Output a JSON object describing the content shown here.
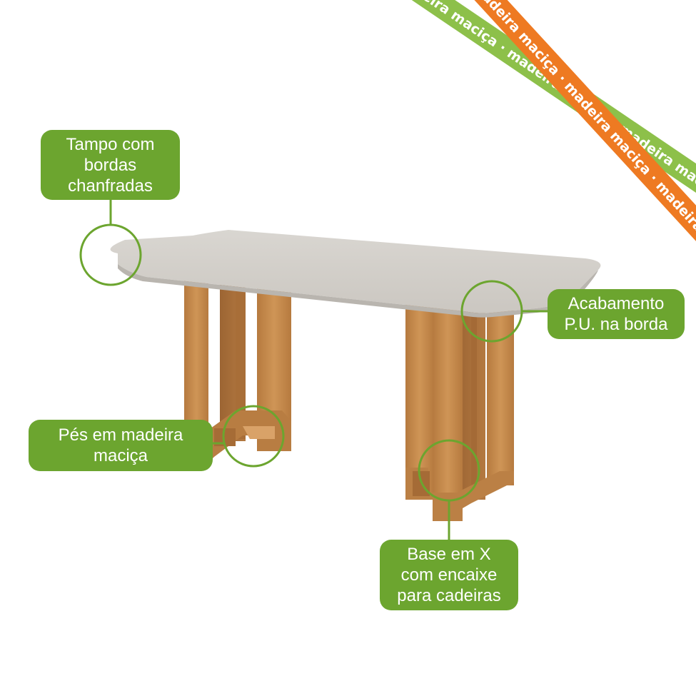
{
  "colors": {
    "callout_green": "#6ca52f",
    "ribbon_green": "#8dc04a",
    "ribbon_orange": "#ee7a22",
    "tabletop": "#d3d0cb",
    "wood": "#c68a4b"
  },
  "callouts": {
    "tampo": {
      "line1": "Tampo com",
      "line2": "bordas",
      "line3": "chanfradas"
    },
    "acabamento": {
      "line1": "Acabamento",
      "line2": "P.U. na borda"
    },
    "pes": {
      "line1": "Pés em madeira",
      "line2": "maciça"
    },
    "base": {
      "line1": "Base em X",
      "line2": "com encaixe",
      "line3": "para cadeiras"
    }
  },
  "ribbons": {
    "green_text": "madeira maciça  ·  madeira maciça  ·  madeira maciça  ·  madeira maciça",
    "orange_text": "madeira maciça  ·  madeira maciça  ·  madeira maciça  ·  madeira maciça"
  },
  "icons": {
    "highlight": "circle-highlight-icon"
  }
}
